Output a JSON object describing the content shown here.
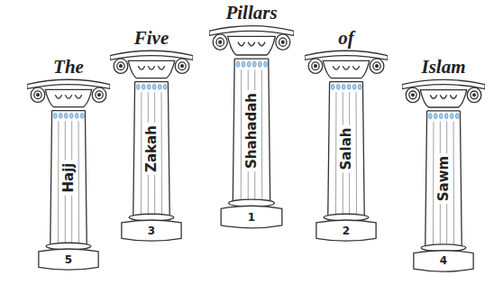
{
  "diagram": {
    "nodes": [
      {
        "text": [
          "Hajj",
          "5"
        ]
      },
      {
        "text": [
          "Zakah",
          "3"
        ]
      },
      {
        "text": [
          "Shahadah",
          "1"
        ]
      },
      {
        "text": [
          "Salah",
          "2"
        ]
      },
      {
        "text": [
          "Sawm",
          "4"
        ]
      }
    ],
    "labels": [
      "The",
      "Five",
      "Pillars",
      "of",
      "Islam"
    ]
  }
}
